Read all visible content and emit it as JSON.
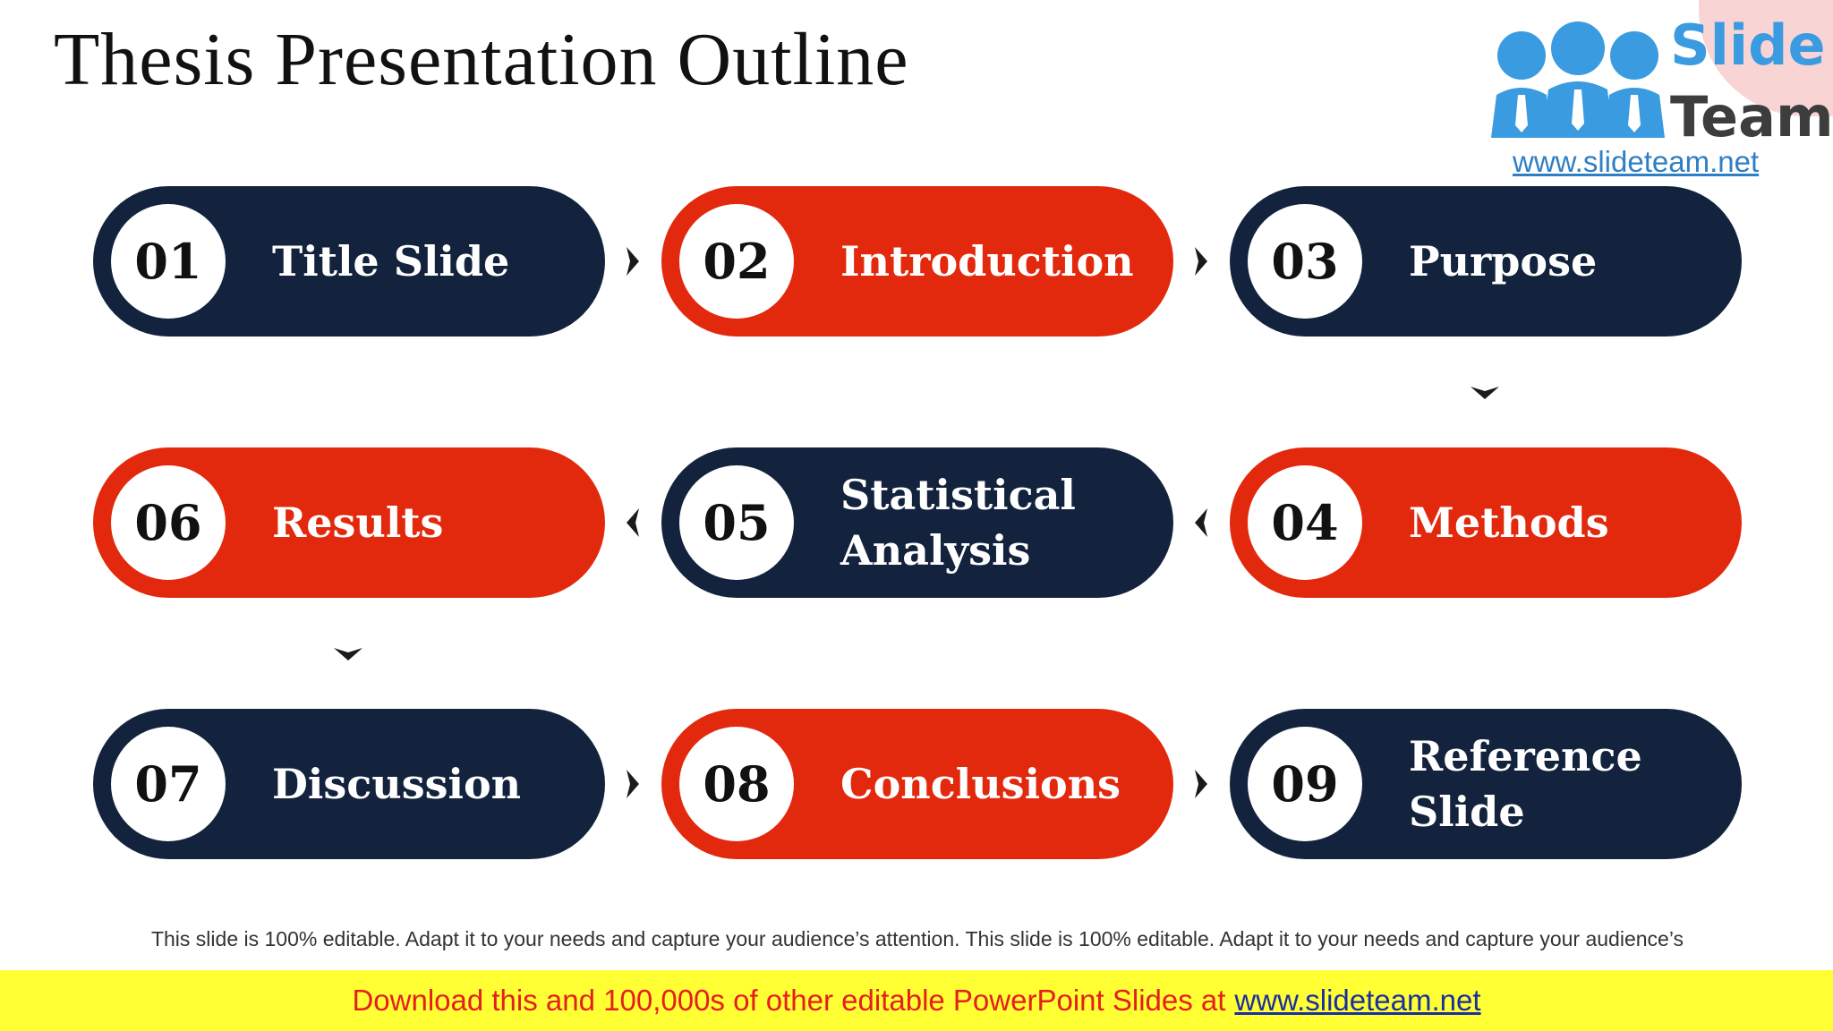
{
  "slide": {
    "title": "Thesis Presentation Outline",
    "items": [
      {
        "num": "01",
        "label": "Title Slide"
      },
      {
        "num": "02",
        "label": "Introduction"
      },
      {
        "num": "03",
        "label": "Purpose"
      },
      {
        "num": "04",
        "label": "Methods"
      },
      {
        "num": "05",
        "label": "Statistical Analysis"
      },
      {
        "num": "06",
        "label": "Results"
      },
      {
        "num": "07",
        "label": "Discussion"
      },
      {
        "num": "08",
        "label": "Conclusions"
      },
      {
        "num": "09",
        "label": "Reference Slide"
      }
    ],
    "footnote": "This slide is 100% editable. Adapt it to your needs and capture your audience’s attention. This slide is 100% editable. Adapt it to your needs and capture your audience’s attention."
  },
  "logo": {
    "word1": "Slide",
    "word2": "Team",
    "url": "www.slideteam.net"
  },
  "banner": {
    "text": "Download this and 100,000s of other editable PowerPoint Slides at",
    "link": "www.slideteam.net"
  },
  "colors": {
    "navy": "#13233d",
    "red": "#e2290d",
    "banner_bg": "#ffff33",
    "banner_text": "#e51e1e"
  },
  "icons": {
    "arrow_right": "chevron-right-icon",
    "arrow_left": "chevron-left-icon",
    "arrow_down": "chevron-down-icon",
    "logo": "team-people-logo"
  }
}
